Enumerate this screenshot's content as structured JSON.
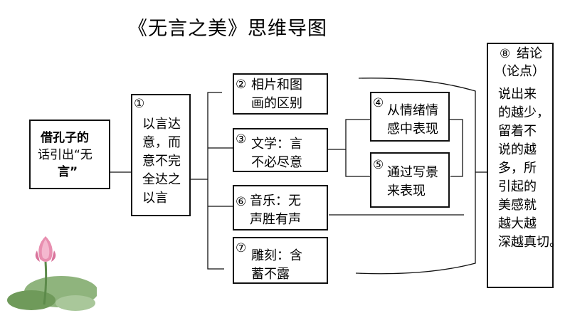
{
  "title": "《无言之美》思维导图",
  "intro": {
    "line1": "借孔子的",
    "line2": "话引出“无",
    "line3": "言”"
  },
  "n1": {
    "marker": "①",
    "line1": "以言达",
    "line2": "意，而",
    "line3": "意不完",
    "line4": "全达之",
    "line5": "以言"
  },
  "n2": {
    "marker": "②",
    "line1": "相片和图",
    "line2": "画的区别"
  },
  "n3": {
    "marker": "③",
    "line1": "文学：言",
    "line2": "不必尽意"
  },
  "n4": {
    "marker": "④",
    "line1": "从情绪情",
    "line2": "感中表现"
  },
  "n5": {
    "marker": "⑤",
    "line1": "通过写景",
    "line2": "来表现"
  },
  "n6": {
    "marker": "⑥",
    "line1": "音乐：无",
    "line2": "声胜有声"
  },
  "n7": {
    "marker": "⑦",
    "line1": "雕刻：含",
    "line2": "蓄不露"
  },
  "n8": {
    "marker": "⑧",
    "head1": "结论",
    "head2": "（论点）",
    "body": [
      "说出来",
      "的越少，",
      "留着不",
      "说的越",
      "多，所",
      "引起的",
      "美感就",
      "越大越",
      "深越真切。"
    ]
  },
  "colors": {
    "line": "#111111",
    "border": "#111111",
    "lotus_pink": "#e88fb0",
    "leaf_green": "#6f9a5a"
  },
  "decor": {
    "image": "lotus-flower-illustration"
  }
}
